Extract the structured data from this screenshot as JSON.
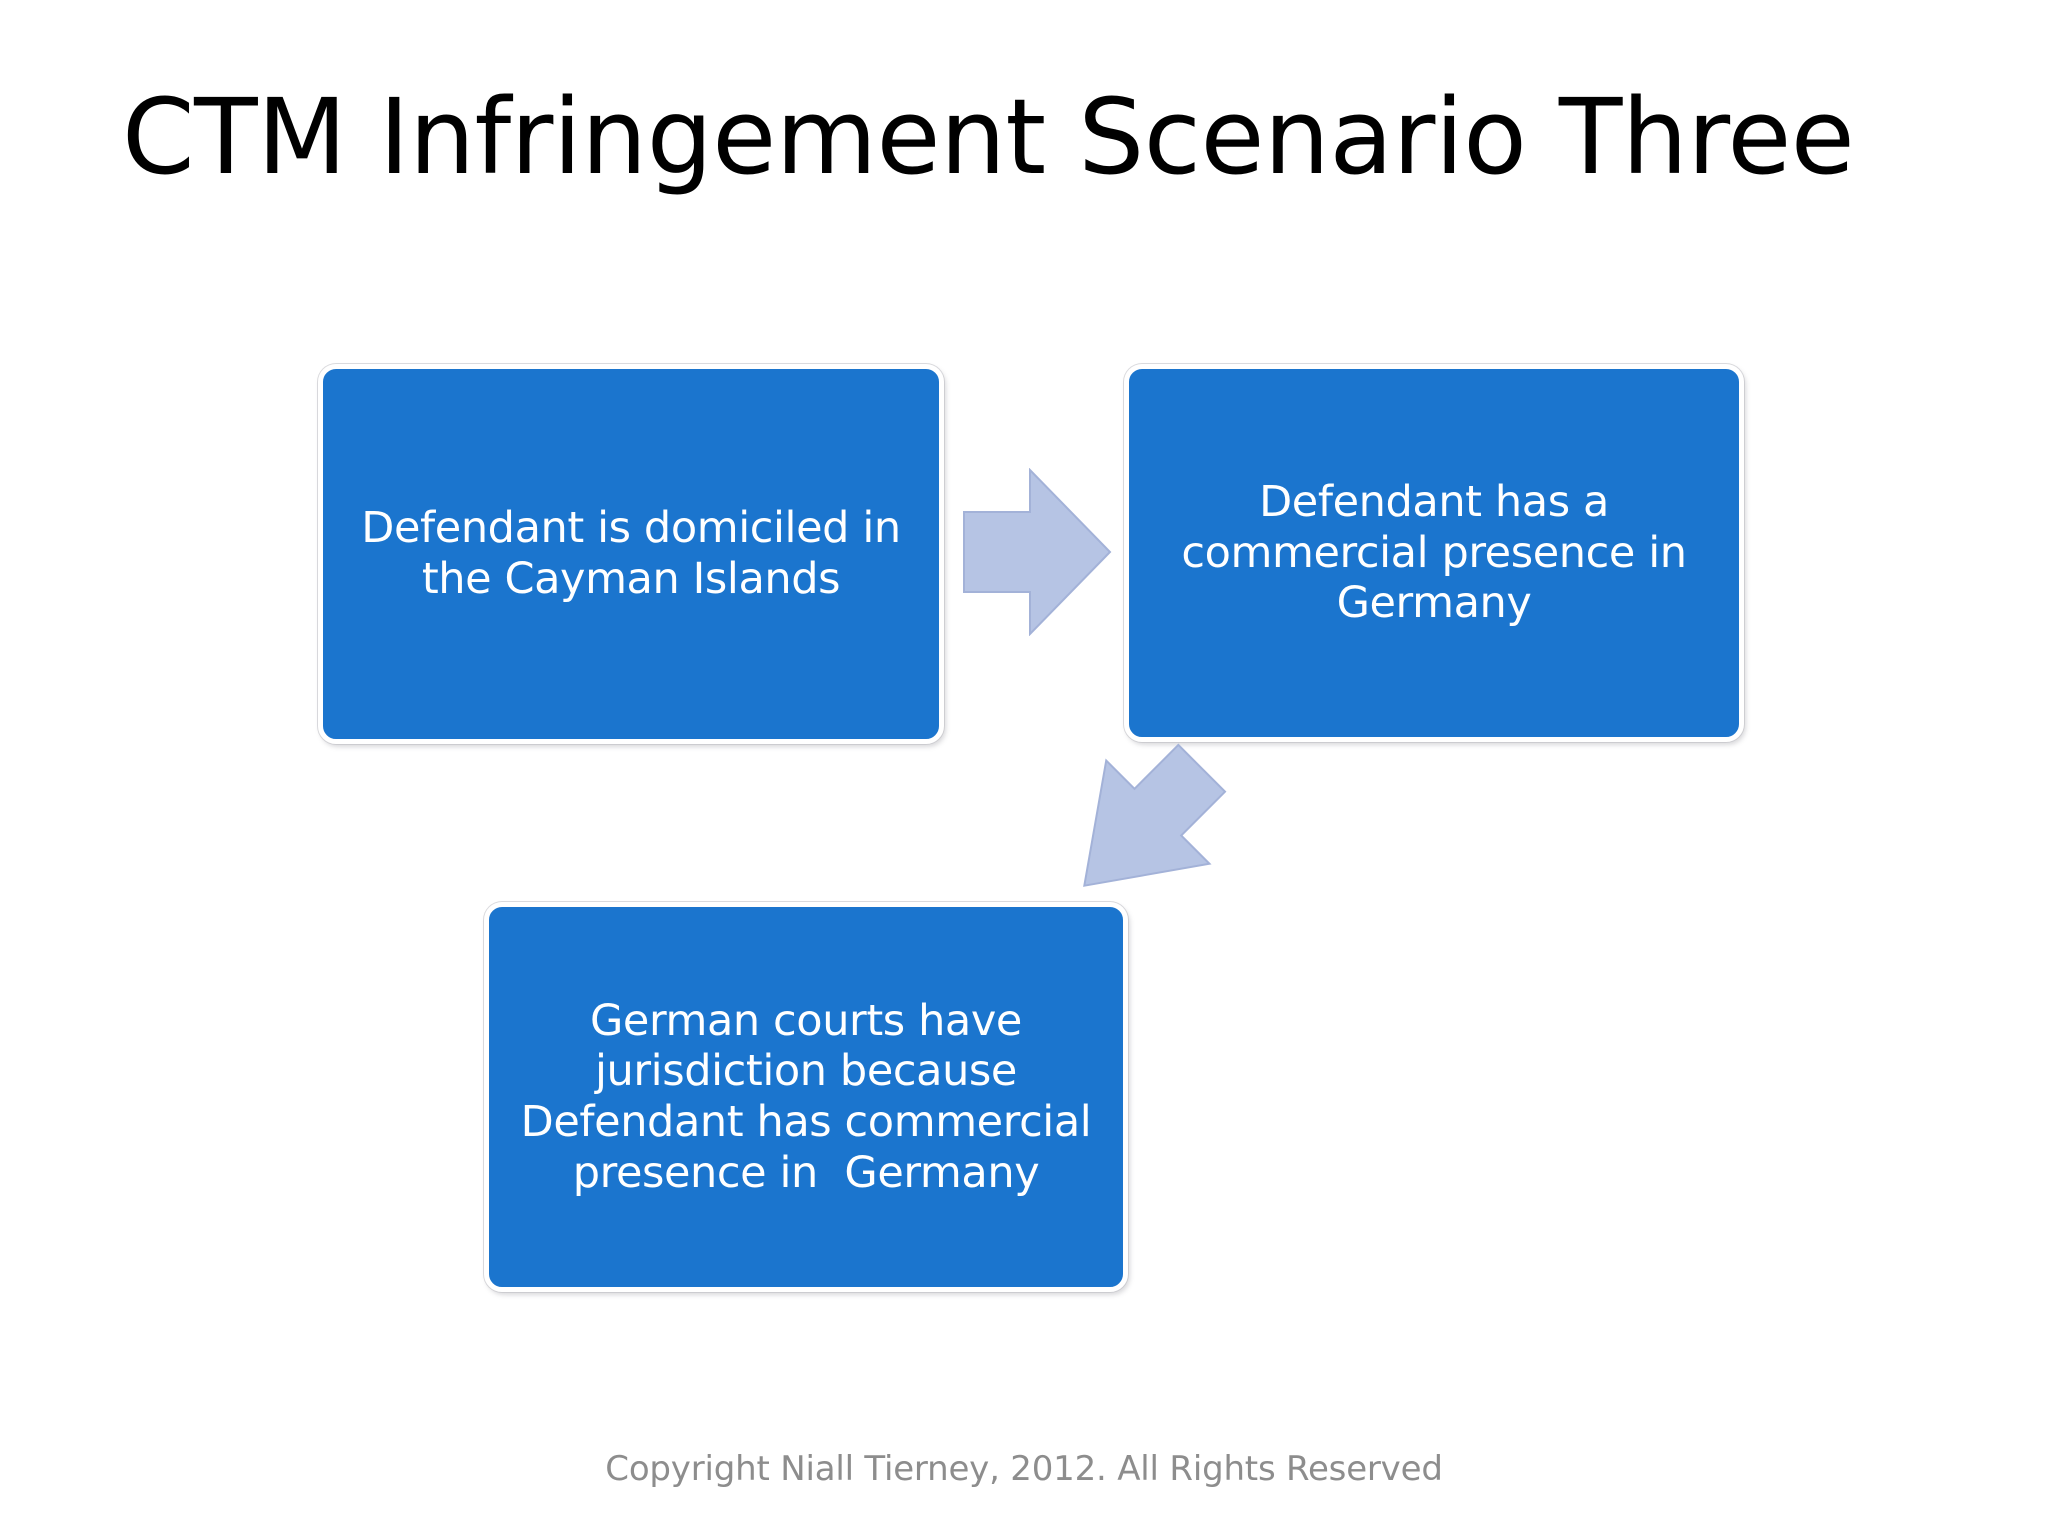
{
  "slide": {
    "title": "CTM Infringement Scenario Three",
    "background_color": "#ffffff",
    "footer": "Copyright Niall Tierney, 2012. All Rights Reserved",
    "footer_color": "#8d8d8d",
    "title_color": "#000000"
  },
  "theme": {
    "box_fill": "#1b75ce",
    "box_border": "#ffffff",
    "box_text_color": "#ffffff",
    "arrow_fill": "#b6c4e4",
    "arrow_stroke": "#9aa9cf"
  },
  "diagram": {
    "type": "flow-process",
    "boxes": [
      {
        "id": "box-one",
        "order": 1,
        "text": "Defendant is domiciled in\nthe Cayman Islands"
      },
      {
        "id": "box-two",
        "order": 2,
        "text": "Defendant has a\ncommercial presence in\nGermany"
      },
      {
        "id": "box-three",
        "order": 3,
        "text": "German courts have\njurisdiction because\nDefendant has commercial\npresence in  Germany"
      }
    ],
    "arrows": [
      {
        "id": "arrow-right",
        "icon": "arrow-right-icon",
        "direction": "right",
        "from": "box-one",
        "to": "box-two"
      },
      {
        "id": "arrow-down-left",
        "icon": "arrow-down-left-icon",
        "direction": "down-left",
        "from": "box-two",
        "to": "box-three"
      }
    ]
  }
}
